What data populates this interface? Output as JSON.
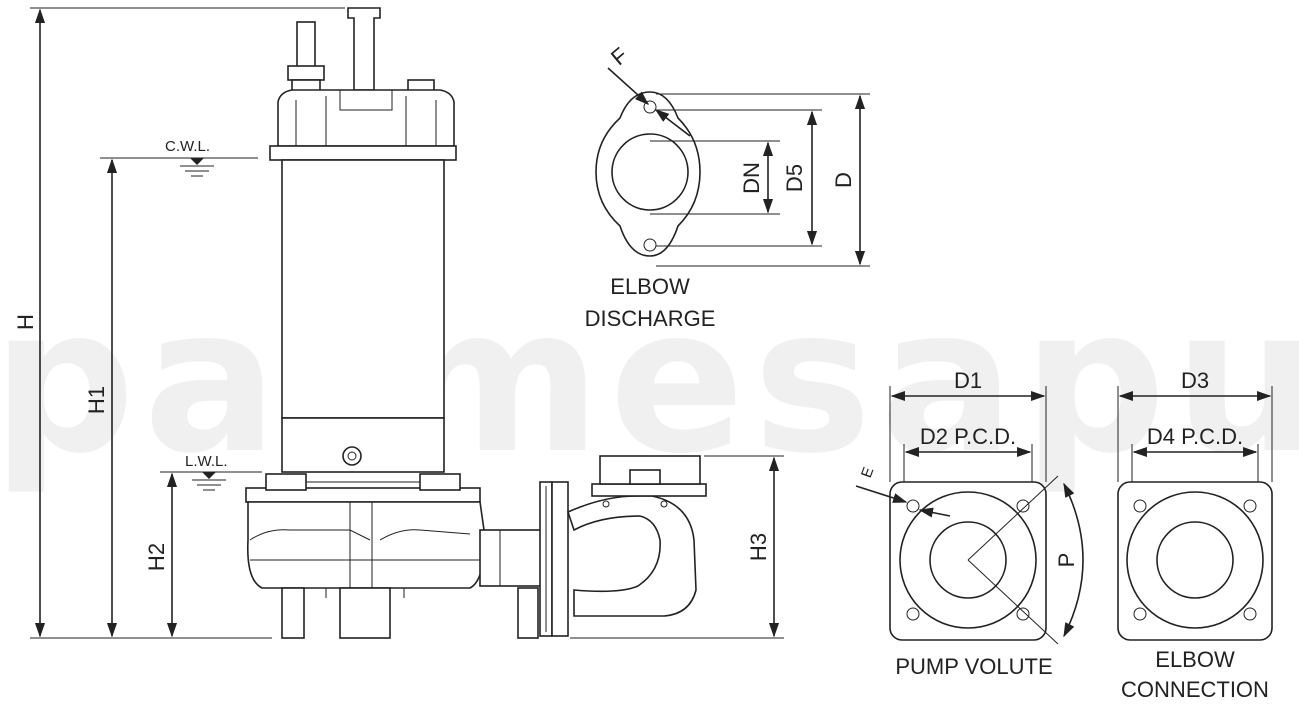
{
  "watermark": "parmesapumps",
  "pump": {
    "cwl_label": "C.W.L.",
    "lwl_label": "L.W.L.",
    "dim_h": "H",
    "dim_h1": "H1",
    "dim_h2": "H2",
    "dim_h3": "H3"
  },
  "elbow_discharge": {
    "caption_line1": "ELBOW",
    "caption_line2": "DISCHARGE",
    "dim_f": "F",
    "dim_dn": "DN",
    "dim_d5": "D5",
    "dim_d": "D"
  },
  "pump_volute": {
    "caption": "PUMP VOLUTE",
    "dim_d1": "D1",
    "dim_d2": "D2 P.C.D.",
    "dim_e": "E",
    "dim_p": "P"
  },
  "elbow_connection": {
    "caption_line1": "ELBOW",
    "caption_line2": "CONNECTION",
    "dim_d3": "D3",
    "dim_d4": "D4 P.C.D."
  }
}
